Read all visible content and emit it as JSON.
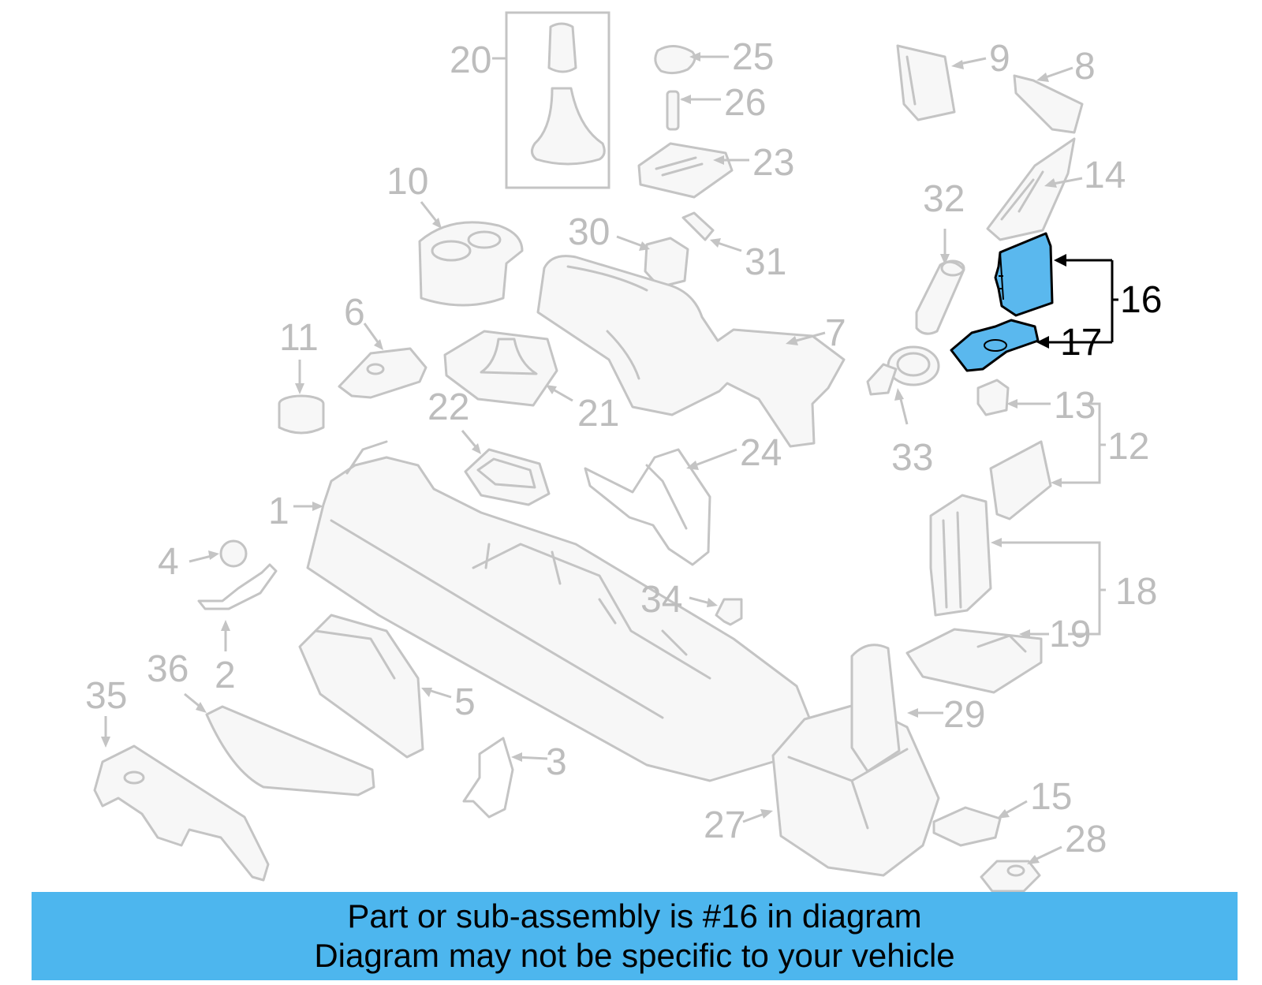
{
  "callouts": {
    "c1": "1",
    "c2": "2",
    "c3": "3",
    "c4": "4",
    "c5": "5",
    "c6": "6",
    "c7": "7",
    "c8": "8",
    "c9": "9",
    "c10": "10",
    "c11": "11",
    "c12": "12",
    "c13": "13",
    "c14": "14",
    "c15": "15",
    "c16": "16",
    "c17": "17",
    "c18": "18",
    "c19": "19",
    "c20": "20",
    "c21": "21",
    "c22": "22",
    "c23": "23",
    "c24": "24",
    "c25": "25",
    "c26": "26",
    "c27": "27",
    "c28": "28",
    "c29": "29",
    "c30": "30",
    "c31": "31",
    "c32": "32",
    "c33": "33",
    "c34": "34",
    "c35": "35",
    "c36": "36"
  },
  "highlight_color": "#5ab8ee",
  "banner": {
    "line1": "Part or sub-assembly is #16 in diagram",
    "line2": "Diagram may not be specific to your vehicle",
    "color": "#4db6ee"
  }
}
